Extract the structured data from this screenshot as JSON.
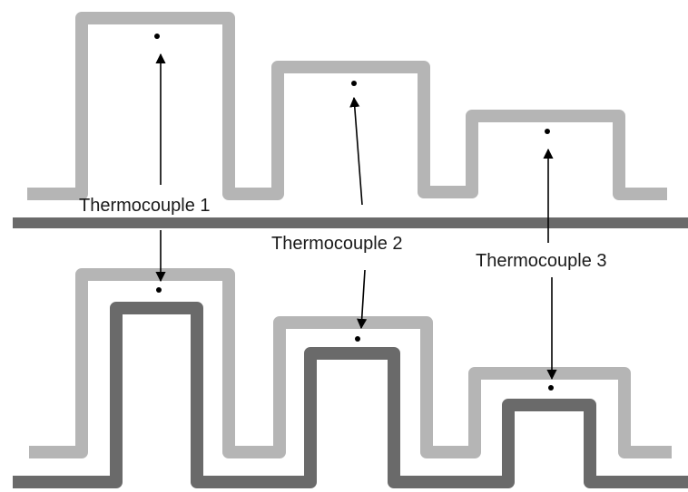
{
  "colors": {
    "background": "#ffffff",
    "profile_light": "#b5b5b5",
    "profile_dark": "#6a6a6a",
    "divider": "#6a6a6a",
    "arrow": "#000000",
    "point": "#000000",
    "text": "#1a1a1a"
  },
  "labels": {
    "thermocouple_1": "Thermocouple 1",
    "thermocouple_2": "Thermocouple 2",
    "thermocouple_3": "Thermocouple 3"
  }
}
